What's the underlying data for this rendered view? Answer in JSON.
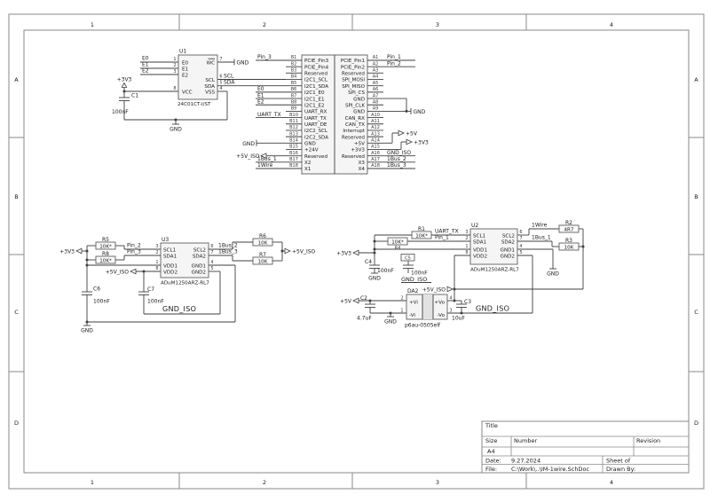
{
  "frame": {
    "cols": [
      "1",
      "2",
      "3",
      "4"
    ],
    "rows": [
      "A",
      "B",
      "C",
      "D"
    ]
  },
  "title_block": {
    "title": "Title",
    "size_label": "Size",
    "size": "A4",
    "number_label": "Number",
    "revision_label": "Revision",
    "date_label": "Date:",
    "date": "9.27.2024",
    "sheet_label": "Sheet  of",
    "file_label": "File:",
    "file": "C:\\Work\\..\\IM-1wire.SchDoc",
    "drawn_label": "Drawn By:"
  },
  "u1": {
    "ref": "U1",
    "part": "24C01CT-I/ST",
    "pins": {
      "e0": "E0",
      "e1": "E1",
      "e2": "E2",
      "vcc": "VCC",
      "vss": "VSS",
      "wc": "WC",
      "scl": "SCL",
      "sda": "SDA"
    },
    "pin_numbers": {
      "e0": "1",
      "e1": "2",
      "e2": "3",
      "vcc": "8",
      "vss": "4",
      "wc": "7",
      "scl": "6",
      "sda": "5"
    },
    "nets": {
      "e0": "E0",
      "e1": "E1",
      "e2": "E2",
      "scl": "SCL",
      "sda": "SDA"
    },
    "ports": {
      "p3v3": "+3V3",
      "gnd_wc": "GND",
      "gnd": "GND"
    },
    "c1": {
      "ref": "C1",
      "value": "100nF"
    }
  },
  "connector": {
    "rows": [
      {
        "b": "B1",
        "left": "PCIE_Pin3",
        "right": "PCIE_Pin1",
        "a": "A1",
        "lnet": "Pin_3",
        "rnet": "Pin_1"
      },
      {
        "b": "B2",
        "left": "PCIE_Pin4",
        "right": "PCIE_Pin2",
        "a": "A2",
        "lnet": "",
        "rnet": "Pin_2"
      },
      {
        "b": "B3",
        "left": "Reserved",
        "right": "Reserved",
        "a": "A3",
        "lnet": "",
        "rnet": ""
      },
      {
        "b": "B4",
        "left": "I2C1_SCL",
        "right": "SPI_MOSI",
        "a": "A4",
        "lnet": "",
        "rnet": ""
      },
      {
        "b": "B5",
        "left": "I2C1_SDA",
        "right": "SPI_MISO",
        "a": "A5",
        "lnet": "",
        "rnet": ""
      },
      {
        "b": "B6",
        "left": "I2C1_E0",
        "right": "SPI_CS",
        "a": "A6",
        "lnet": "E0",
        "rnet": ""
      },
      {
        "b": "B7",
        "left": "I2C1_E1",
        "right": "GND",
        "a": "A7",
        "lnet": "E1",
        "rnet": ""
      },
      {
        "b": "B8",
        "left": "I2C1_E2",
        "right": "SPI_CLK",
        "a": "A8",
        "lnet": "E2",
        "rnet": ""
      },
      {
        "b": "B9",
        "left": "UART_RX",
        "right": "GND",
        "a": "A9",
        "lnet": "",
        "rnet": ""
      },
      {
        "b": "B10",
        "left": "UART_TX",
        "right": "CAN_RX",
        "a": "A10",
        "lnet": "UART_TX",
        "rnet": ""
      },
      {
        "b": "B11",
        "left": "UART_DE",
        "right": "CAN_TX",
        "a": "A11",
        "lnet": "",
        "rnet": ""
      },
      {
        "b": "B12",
        "left": "I2C2_SCL",
        "right": "Interrupt",
        "a": "A12",
        "lnet": "",
        "rnet": ""
      },
      {
        "b": "B13",
        "left": "I2C2_SDA",
        "right": "Reserved",
        "a": "A13",
        "lnet": "",
        "rnet": ""
      },
      {
        "b": "B14",
        "left": "GND",
        "right": "+5V",
        "a": "A14",
        "lnet": "",
        "rnet": ""
      },
      {
        "b": "B15",
        "left": "+24V",
        "right": "+3V3",
        "a": "A15",
        "lnet": "",
        "rnet": ""
      },
      {
        "b": "B16",
        "left": "Reserved",
        "right": "Reserved",
        "a": "A16",
        "lnet": "",
        "rnet": "GND_ISO"
      },
      {
        "b": "B17",
        "left": "X2",
        "right": "X3",
        "a": "A17",
        "lnet": "1Bus_1",
        "rnet": "1Bus_2"
      },
      {
        "b": "B18",
        "left": "X1",
        "right": "X4",
        "a": "A18",
        "lnet": "1Wire",
        "rnet": "1Bus_3"
      }
    ],
    "ports": {
      "gnd_left": "GND",
      "p5viso_left": "+5V_ISO",
      "gnd_right": "GND",
      "p5v_right": "+5V",
      "p3v3_right": "+3V3"
    }
  },
  "u3": {
    "ref": "U3",
    "part": "ADuM1250ARZ-RL7",
    "r5": {
      "ref": "R5",
      "value": "10K*"
    },
    "r8": {
      "ref": "R8",
      "value": "10K*"
    },
    "r6": {
      "ref": "R6",
      "value": "10K"
    },
    "r7": {
      "ref": "R7",
      "value": "10K"
    },
    "c6": {
      "ref": "C6",
      "value": "100nF"
    },
    "c7": {
      "ref": "C7",
      "value": "100nF"
    },
    "nets": {
      "pin2": "Pin_2",
      "pin3": "Pin_3",
      "bus2": "1Bus_2",
      "bus3": "1Bus_3"
    },
    "ports": {
      "p3v3": "+3V3",
      "p5viso_left": "+5V_ISO",
      "p5viso_right": "+5V_ISO",
      "gnd": "GND",
      "gnd_iso": "GND_ISO"
    },
    "pins": {
      "scl1": "SCL1",
      "sda1": "SDA1",
      "vdd1": "VDD1",
      "vdd2": "VDD2",
      "scl2": "SCL2",
      "sda2": "SDA2",
      "gnd1": "GND1",
      "gnd2": "GND2"
    },
    "pin_numbers": {
      "scl1": "3",
      "sda1": "2",
      "vdd1": "1",
      "vdd2": "8",
      "scl2": "6",
      "sda2": "7",
      "gnd1": "4",
      "gnd2": "5"
    }
  },
  "u2": {
    "ref": "U2",
    "part": "ADuM1250ARZ-RL7",
    "r1": {
      "ref": "R1",
      "value": "10K*"
    },
    "r4": {
      "ref": "R4",
      "value": "10K*"
    },
    "r2": {
      "ref": "R2",
      "value": "4R7"
    },
    "r3": {
      "ref": "R3",
      "value": "10K"
    },
    "c4": {
      "ref": "C4",
      "value": "100nF"
    },
    "c5": {
      "ref": "C5",
      "value": "100nF"
    },
    "c2": {
      "ref": "C2",
      "value": "4.7uF"
    },
    "c3": {
      "ref": "C3",
      "value": "10uF"
    },
    "da2": {
      "ref": "DA2",
      "part": "p6au-0505elf",
      "vi_p": "+Vi",
      "vi_n": "-Vi",
      "vo_p": "+Vo",
      "vo_n": "-Vo",
      "n_vip": "2",
      "n_vin": "1",
      "n_vop": "4",
      "n_von": "3"
    },
    "nets": {
      "uart_tx": "UART_TX",
      "pin1": "Pin_1",
      "wire1": "1Wire",
      "bus1": "1Bus_1"
    },
    "ports": {
      "p3v3": "+3V3",
      "p5v": "+5V",
      "p5viso": "+5V_ISO",
      "gnd_c4": "GND",
      "gnd_c2": "GND",
      "gnd_u2": "GND",
      "gnd_iso_c5": "GND_ISO",
      "gnd_iso_c3": "GND_ISO"
    },
    "pins": {
      "scl1": "SCL1",
      "sda1": "SDA1",
      "vdd1": "VDD1",
      "vdd2": "VDD2",
      "scl2": "SCL2",
      "sda2": "SDA2",
      "gnd1": "GND1",
      "gnd2": "GND2"
    },
    "pin_numbers": {
      "scl1": "3",
      "sda1": "2",
      "vdd1": "1",
      "vdd2": "8",
      "scl2": "6",
      "sda2": "7",
      "gnd1": "4",
      "gnd2": "5"
    }
  }
}
